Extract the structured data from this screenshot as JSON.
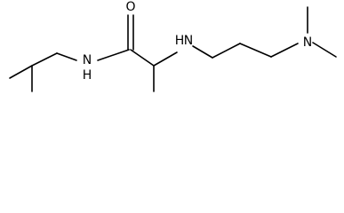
{
  "molecule": {
    "atoms": {
      "oxygen": "O",
      "amide_nitrogen": "N",
      "amide_hydrogen": "H",
      "amine_nitrogen": "N",
      "amine_hydrogen": "H",
      "dimethylamino_nitrogen": "N"
    },
    "colors": {
      "bond": "#000000",
      "label": "#000000",
      "background": "#ffffff"
    }
  }
}
